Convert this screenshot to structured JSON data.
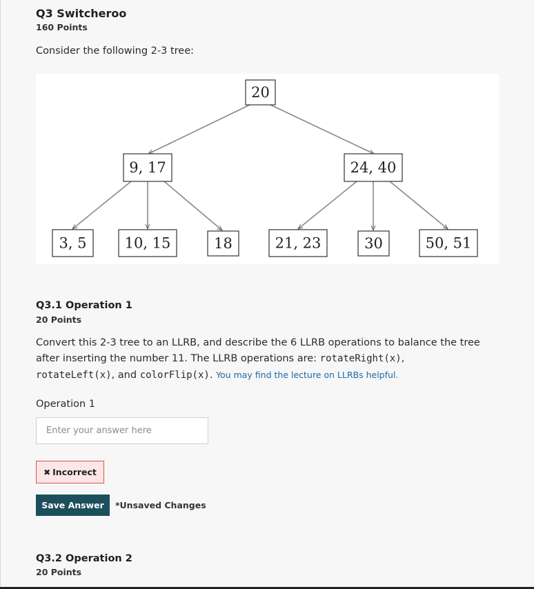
{
  "question": {
    "title": "Q3 Switcheroo",
    "points": "160 Points",
    "prompt": "Consider the following 2-3 tree:"
  },
  "tree": {
    "root": "20",
    "level1": [
      "9, 17",
      "24, 40"
    ],
    "leaves": [
      "3, 5",
      "10, 15",
      "18",
      "21, 23",
      "30",
      "50, 51"
    ]
  },
  "subq1": {
    "title": "Q3.1 Operation 1",
    "points": "20 Points",
    "text_part1": "Convert this 2-3 tree to an LLRB, and describe the 6 LLRB operations to balance the tree after inserting the number 11. The LLRB operations are: ",
    "code1": "rotateRight(x)",
    "sep1": ", ",
    "code2": "rotateLeft(x)",
    "sep2": ", and ",
    "code3": "colorFlip(x)",
    "sep3": ". ",
    "link": "You may find the lecture on LLRBs helpful.",
    "field_label": "Operation 1",
    "placeholder": "Enter your answer here",
    "badge_icon": "✖",
    "badge": "Incorrect",
    "save_label": "Save Answer",
    "unsaved": "*Unsaved Changes"
  },
  "subq2": {
    "title": "Q3.2 Operation 2",
    "points": "20 Points"
  }
}
